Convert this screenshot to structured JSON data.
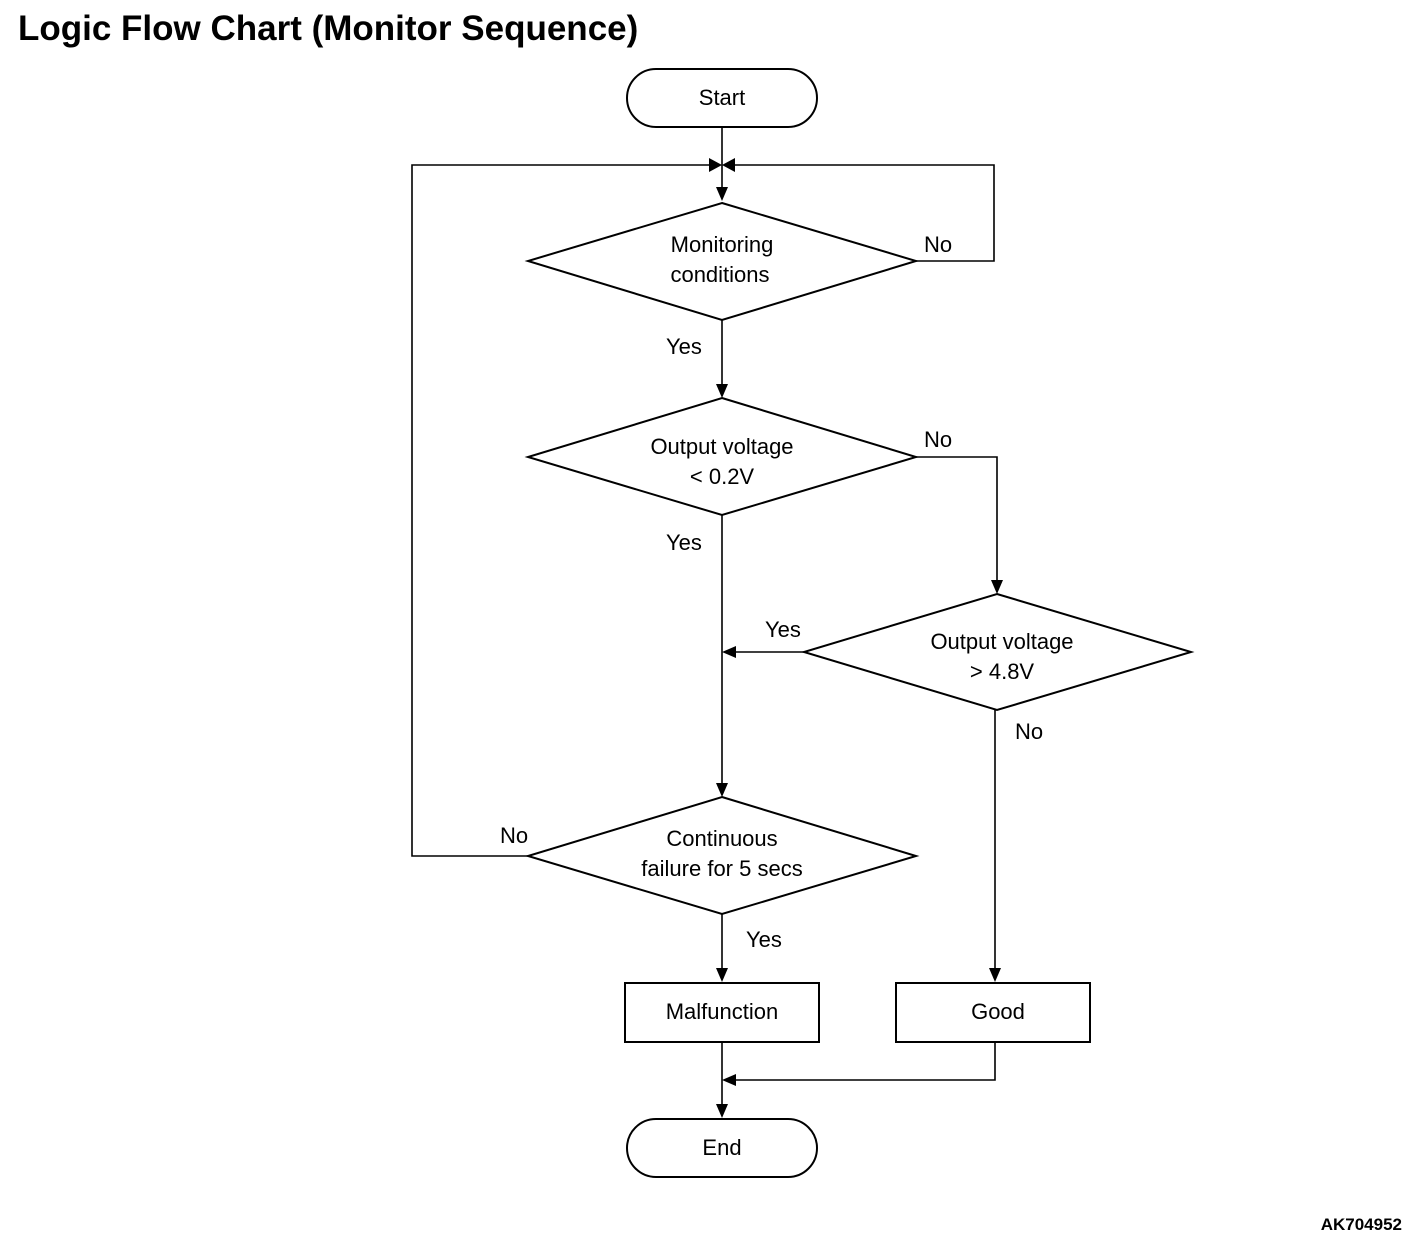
{
  "title": "Logic Flow Chart (Monitor Sequence)",
  "figure_code": "AK704952",
  "nodes": {
    "start": "Start",
    "monitoring": [
      "Monitoring",
      "conditions"
    ],
    "low_voltage": [
      "Output voltage",
      "< 0.2V"
    ],
    "high_voltage": [
      "Output voltage",
      "> 4.8V"
    ],
    "continuous": [
      "Continuous",
      "failure for 5 secs"
    ],
    "malfunction": "Malfunction",
    "good": "Good",
    "end": "End"
  },
  "edges": {
    "monitoring_no": "No",
    "monitoring_yes": "Yes",
    "low_no": "No",
    "low_yes": "Yes",
    "high_yes": "Yes",
    "high_no": "No",
    "continuous_no": "No",
    "continuous_yes": "Yes"
  }
}
